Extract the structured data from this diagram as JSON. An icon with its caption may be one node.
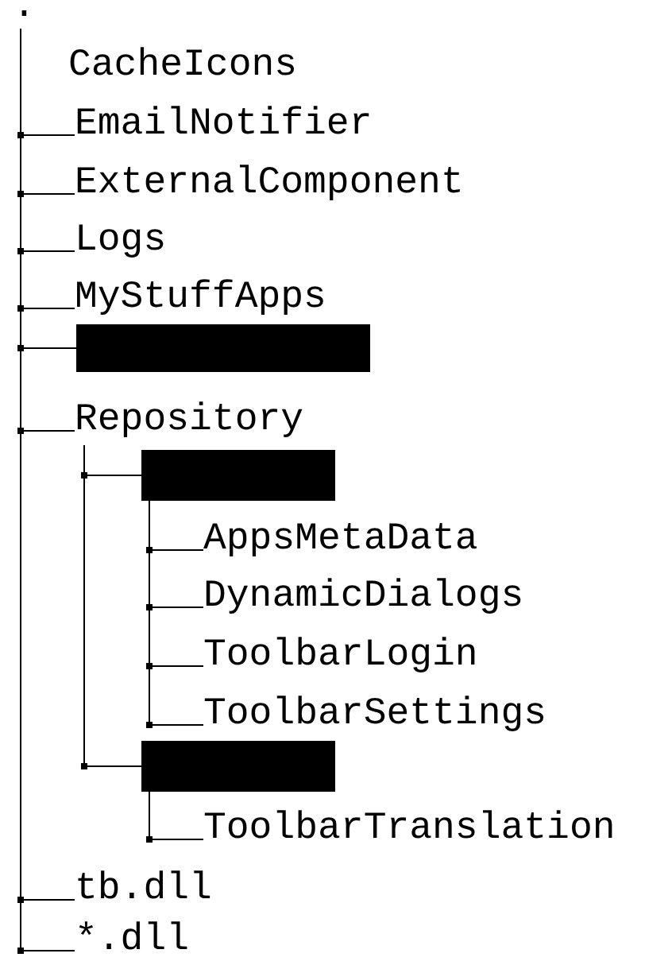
{
  "diagram": {
    "nodes": [
      {
        "text": [
          "."
        ]
      },
      {
        "text": [
          "CacheIcons"
        ]
      },
      {
        "text": [
          "EmailNotifier"
        ]
      },
      {
        "text": [
          "ExternalComponent"
        ]
      },
      {
        "text": [
          "Logs"
        ]
      },
      {
        "text": [
          "MyStuffApps"
        ]
      },
      {
        "text": [],
        "shape": "bar"
      },
      {
        "text": [
          "Repository"
        ]
      },
      {
        "text": [],
        "shape": "bar"
      },
      {
        "text": [
          "AppsMetaData"
        ]
      },
      {
        "text": [
          "DynamicDialogs"
        ]
      },
      {
        "text": [
          "ToolbarLogin"
        ]
      },
      {
        "text": [
          "ToolbarSettings"
        ]
      },
      {
        "text": [],
        "shape": "bar"
      },
      {
        "text": [
          "ToolbarTranslation"
        ]
      },
      {
        "text": [
          "tb.dll"
        ]
      },
      {
        "text": [
          "*.dll"
        ]
      }
    ],
    "edges": [
      {
        "from": 0,
        "to": 2,
        "arrow": "none"
      },
      {
        "from": 0,
        "to": 3,
        "arrow": "none"
      },
      {
        "from": 0,
        "to": 4,
        "arrow": "none"
      },
      {
        "from": 0,
        "to": 5,
        "arrow": "none"
      },
      {
        "from": 0,
        "to": 6,
        "arrow": "none"
      },
      {
        "from": 0,
        "to": 7,
        "arrow": "none"
      },
      {
        "from": 7,
        "to": 8,
        "arrow": "none"
      },
      {
        "from": 8,
        "to": 9,
        "arrow": "none"
      },
      {
        "from": 8,
        "to": 10,
        "arrow": "none"
      },
      {
        "from": 8,
        "to": 11,
        "arrow": "none"
      },
      {
        "from": 8,
        "to": 12,
        "arrow": "none"
      },
      {
        "from": 7,
        "to": 13,
        "arrow": "none"
      },
      {
        "from": 13,
        "to": 14,
        "arrow": "none"
      },
      {
        "from": 0,
        "to": 15,
        "arrow": "none"
      },
      {
        "from": 0,
        "to": 16,
        "arrow": "none"
      }
    ]
  }
}
